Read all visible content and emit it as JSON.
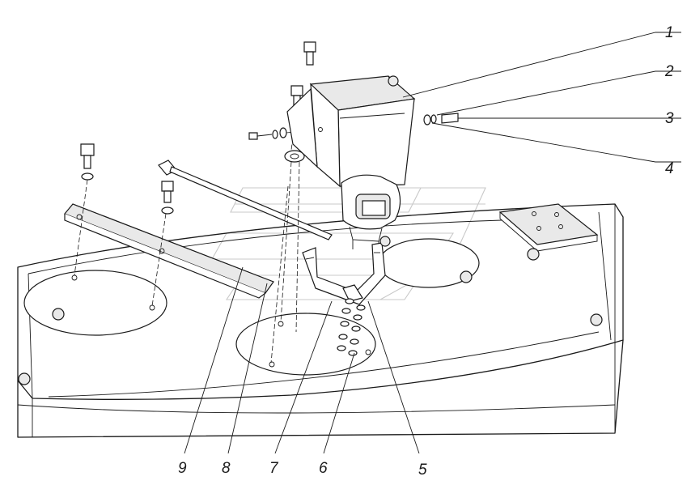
{
  "callouts": [
    {
      "id": "1",
      "label": "1"
    },
    {
      "id": "2",
      "label": "2"
    },
    {
      "id": "3",
      "label": "3"
    },
    {
      "id": "4",
      "label": "4"
    },
    {
      "id": "5",
      "label": "5"
    },
    {
      "id": "6",
      "label": "6"
    },
    {
      "id": "7",
      "label": "7"
    },
    {
      "id": "8",
      "label": "8"
    },
    {
      "id": "9",
      "label": "9"
    }
  ],
  "colors": {
    "line": "#1a1a1a",
    "watermark": "#c9c9c9",
    "background": "#ffffff"
  }
}
